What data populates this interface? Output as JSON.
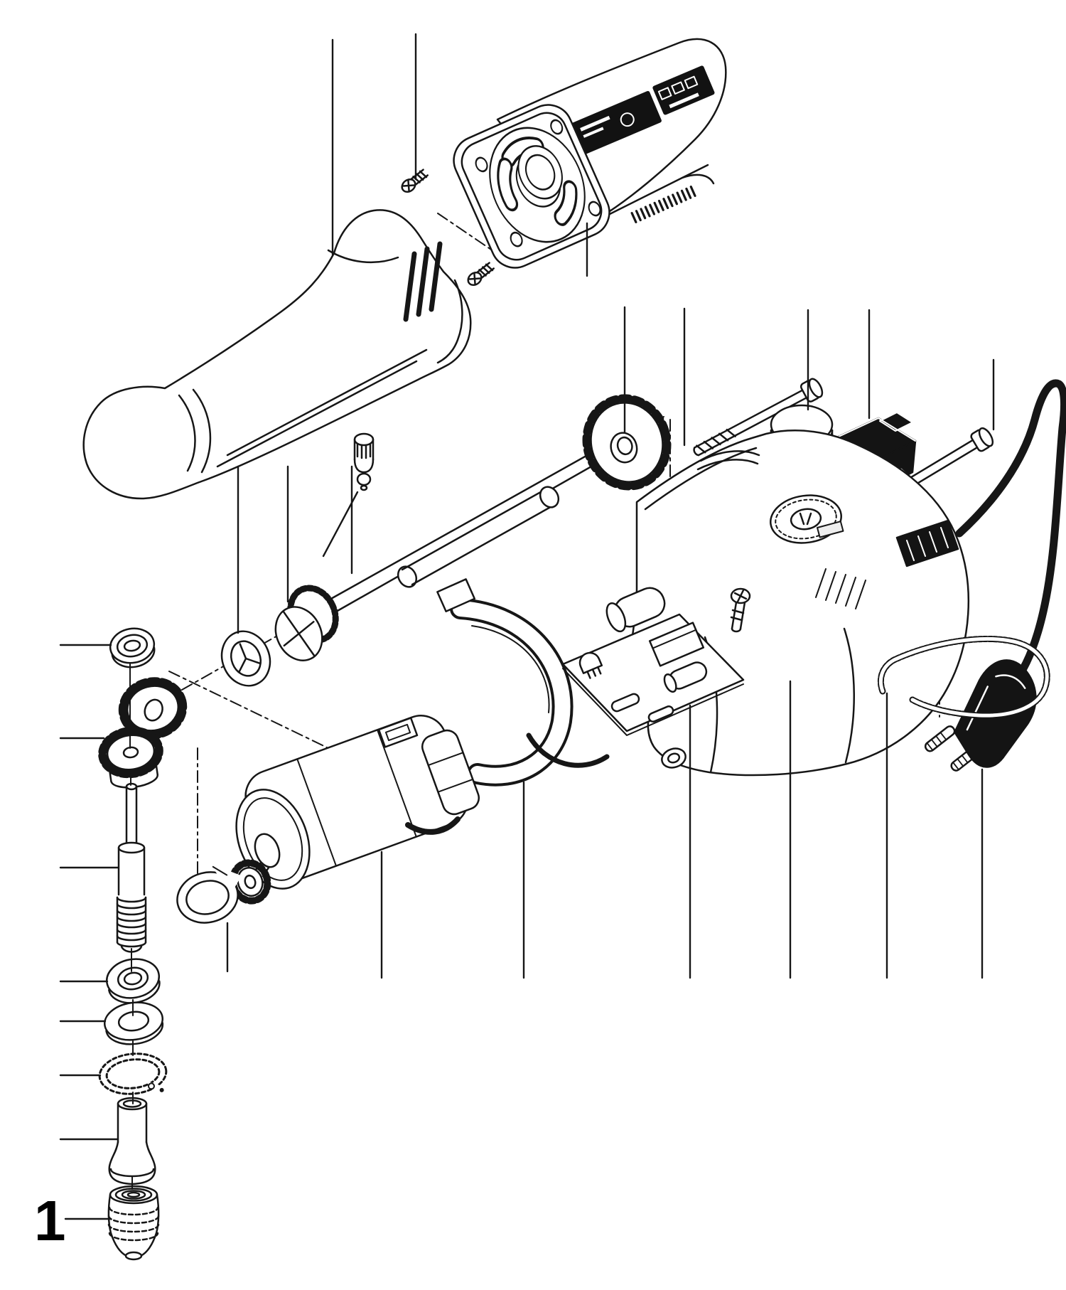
{
  "page": {
    "background_color": "#ffffff",
    "line_color": "#161616"
  },
  "diagram": {
    "kind": "exploded-parts-diagram",
    "subject": "electric-screwdriver",
    "callouts": [
      {
        "label": "1",
        "part": "keyless-chuck"
      }
    ],
    "parts": [
      "front-housing",
      "detent-pin",
      "housing-screw-upper",
      "housing-screw-lower",
      "rear-motor-housing",
      "rating-label",
      "brand-embossing",
      "fan-gear-disc",
      "drive-shaft",
      "shaft-collar-nut",
      "shaft-washer-bearing",
      "assembly-screw-a",
      "assembly-screw-b",
      "assembly-screw-c",
      "forward-reverse-button",
      "power-switch",
      "main-gear-housing",
      "cord-ferrule",
      "pcb-assembly",
      "pcb-screw",
      "motor",
      "motor-pinion",
      "motor-bushing-ring",
      "motor-clamp-saddle",
      "cord-guard",
      "power-cord",
      "power-plug",
      "upper-spindle-bearing",
      "bevel-pinion-gear",
      "bevel-crown-gear",
      "output-spindle",
      "lower-spindle-bearing",
      "spindle-washer",
      "retaining-ring",
      "nose-sleeve",
      "keyless-chuck"
    ]
  }
}
